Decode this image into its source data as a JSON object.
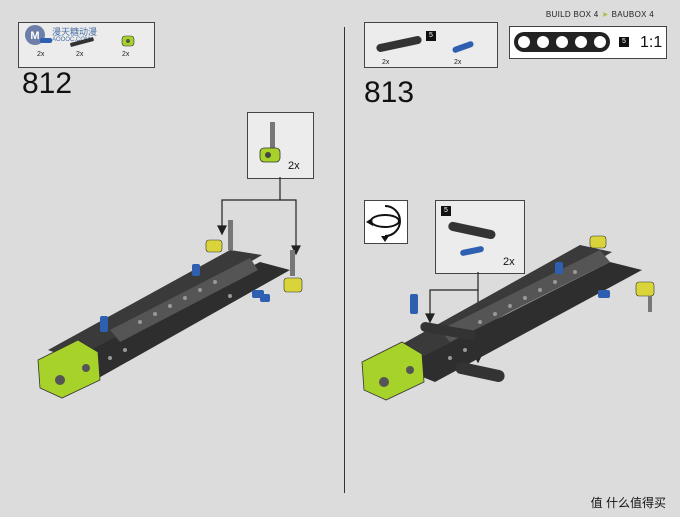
{
  "header": {
    "left_text": "BUILD BOX 4",
    "right_text": "BAUBOX 4"
  },
  "watermark": {
    "site": "漫天糖动漫",
    "url": "AOOOC.COM"
  },
  "step_left": {
    "number": "812",
    "parts": [
      {
        "qty": "2x",
        "icon": "blue-pin-icon"
      },
      {
        "qty": "2x",
        "icon": "black-axle-icon"
      },
      {
        "qty": "2x",
        "icon": "lime-connector-icon"
      }
    ],
    "callout_qty": "2x"
  },
  "step_right": {
    "number": "813",
    "parts": [
      {
        "qty": "2x",
        "icon": "black-beam-icon",
        "badge": "5"
      },
      {
        "qty": "2x",
        "icon": "blue-pin-icon"
      }
    ],
    "scale_badge": "5",
    "scale_text": "1:1",
    "callout_badge": "5",
    "callout_qty": "2x"
  },
  "footer": {
    "brand": "值 什么值得买"
  },
  "colors": {
    "page_bg": "#dcdcdc",
    "lime": "#a6d22a",
    "beam_dark": "#3a3a3a",
    "pin_blue": "#2f5fb0",
    "accent_header": "#a3c23a"
  }
}
